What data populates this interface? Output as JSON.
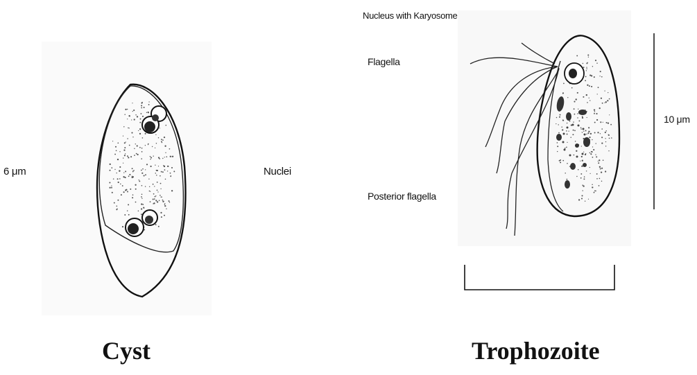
{
  "labels": {
    "cyst_scale": "6 μm",
    "nuclei": "Nuclei",
    "nucleus_karyosome": "Nucleus with Karyosome",
    "flagella": "Flagella",
    "posterior_flagella": "Posterior flagella",
    "trophozoite_scale": "10 μm"
  },
  "captions": {
    "cyst": "Cyst",
    "trophozoite": "Trophozoite"
  }
}
